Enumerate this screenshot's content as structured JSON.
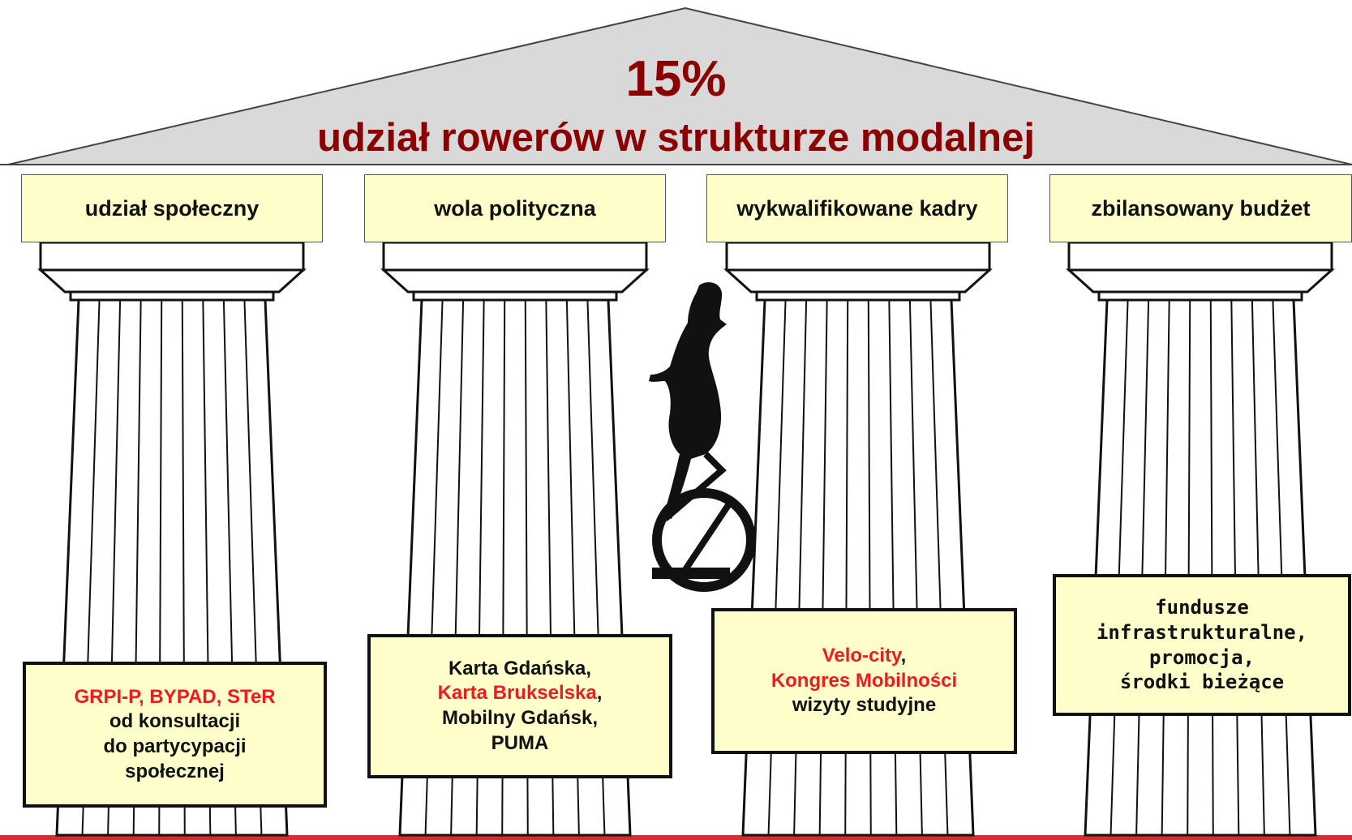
{
  "roof": {
    "percent": "15%",
    "subtitle": "udział rowerów w strukturze modalnej"
  },
  "pillars": [
    {
      "label": "udział społeczny",
      "note": [
        {
          "text": "GRPI-P, BYPAD, STeR",
          "color": "red"
        },
        {
          "text": "od konsultacji"
        },
        {
          "text": "do partycypacji"
        },
        {
          "text": "społecznej"
        }
      ]
    },
    {
      "label": "wola polityczna",
      "note": [
        {
          "text": "Karta Gdańska,"
        },
        {
          "text": "Karta Brukselska",
          "color": "red",
          "suffix": ","
        },
        {
          "text": "Mobilny Gdańsk,"
        },
        {
          "text": "PUMA"
        }
      ]
    },
    {
      "label": "wykwalifikowane kadry",
      "note": [
        {
          "text": "Velo-city",
          "color": "red",
          "suffix": ","
        },
        {
          "text": "Kongres Mobilności",
          "color": "red"
        },
        {
          "text": "wizyty studyjne"
        }
      ]
    },
    {
      "label": "zbilansowany budżet",
      "note": [
        {
          "text": "fundusze"
        },
        {
          "text": "infrastrukturalne,"
        },
        {
          "text": "promocja,"
        },
        {
          "text": "środki bieżące"
        }
      ]
    }
  ],
  "colors": {
    "roof_fill": "#d9d9d9",
    "roof_text": "#8b0000",
    "box_fill": "#ffffcc",
    "highlight_red": "#ee1c1c",
    "baseline_red": "#d32f2f"
  },
  "icons": [
    "cyclist-silhouette-icon"
  ]
}
